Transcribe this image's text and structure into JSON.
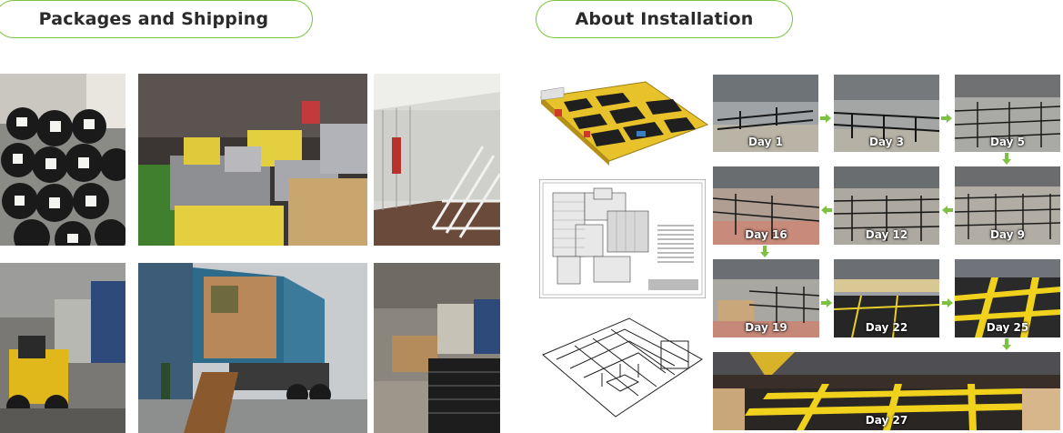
{
  "sections": {
    "packages_title": "Packages and Shipping",
    "installation_title": "About Installation"
  },
  "installation_days": {
    "d1": "Day 1",
    "d3": "Day 3",
    "d5": "Day 5",
    "d9": "Day 9",
    "d12": "Day 12",
    "d16": "Day 16",
    "d19": "Day 19",
    "d22": "Day 22",
    "d25": "Day 25",
    "d27": "Day 27"
  },
  "colors": {
    "accent_green": "#7cc242",
    "floor_yellow": "#f2d21a",
    "trampoline_black": "#1e1e1e"
  },
  "icons": {
    "flow_arrow": "arrow-icon"
  }
}
